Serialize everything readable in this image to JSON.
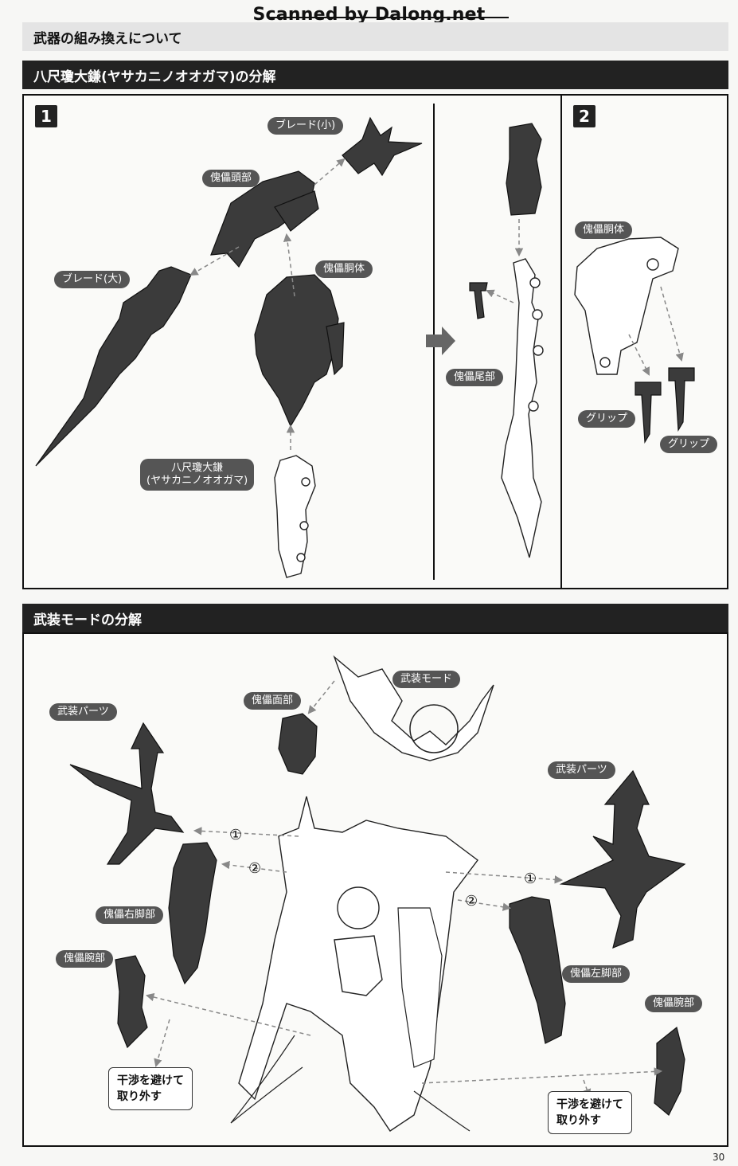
{
  "watermark": "Scanned by Dalong.net",
  "header": {
    "title": "武器の組み換えについて"
  },
  "section1": {
    "title": "八尺瓊大鎌(ヤサカニノオオガマ)の分解",
    "step1": {
      "number": "1",
      "labels": {
        "blade_small": "ブレード(小)",
        "puppet_head": "傀儡頭部",
        "blade_large": "ブレード(大)",
        "puppet_torso": "傀儡胴体",
        "scythe_line1": "八尺瓊大鎌",
        "scythe_line2": "(ヤサカニノオオガマ)",
        "puppet_tail": "傀儡尾部"
      }
    },
    "step2": {
      "number": "2",
      "labels": {
        "puppet_torso": "傀儡胴体",
        "grip_a": "グリップ",
        "grip_b": "グリップ"
      }
    }
  },
  "section2": {
    "title": "武装モードの分解",
    "labels": {
      "armed_mode": "武装モード",
      "puppet_face": "傀儡面部",
      "armed_parts_left": "武装パーツ",
      "armed_parts_right": "武装パーツ",
      "puppet_right_leg": "傀儡右脚部",
      "puppet_left_leg": "傀儡左脚部",
      "puppet_arm_left": "傀儡腕部",
      "puppet_arm_right": "傀儡腕部",
      "order_1_left": "①",
      "order_2_left": "②",
      "order_1_right": "①",
      "order_2_right": "②"
    },
    "notes": {
      "left_line1": "干渉を避けて",
      "left_line2": "取り外す",
      "right_line1": "干渉を避けて",
      "right_line2": "取り外す"
    }
  },
  "footer": {
    "page_number": "30"
  }
}
